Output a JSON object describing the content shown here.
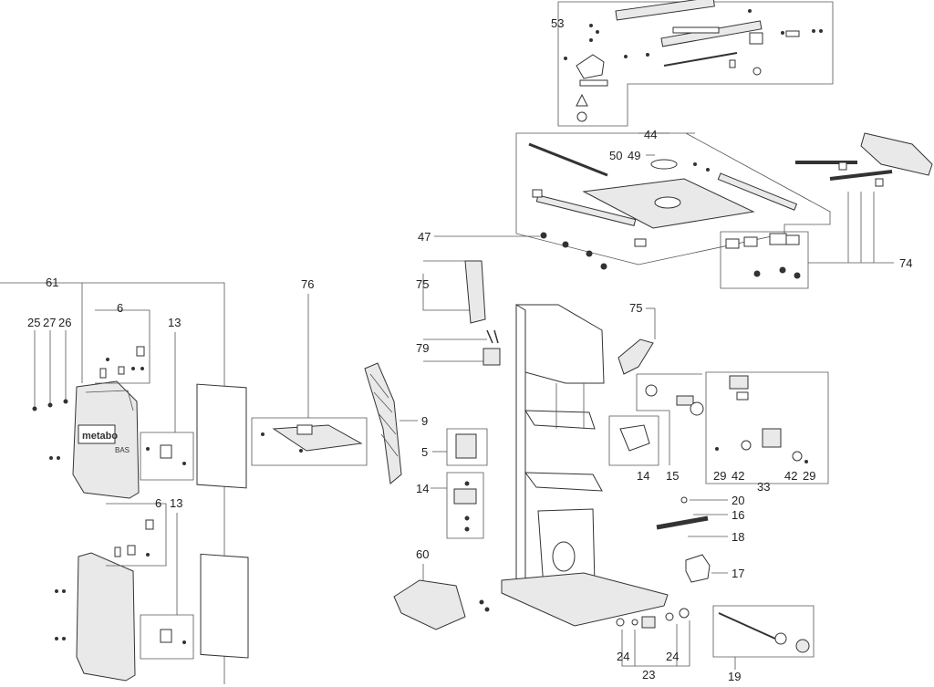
{
  "labels": {
    "l53": "53",
    "l44": "44",
    "l50": "50",
    "l49": "49",
    "l47": "47",
    "l74": "74",
    "l75a": "75",
    "l75b": "75",
    "l79": "79",
    "l76": "76",
    "l61": "61",
    "l25": "25",
    "l27": "27",
    "l26": "26",
    "l6a": "6",
    "l13a": "13",
    "l6b": "6",
    "l13b": "13",
    "l9": "9",
    "l5": "5",
    "l14a": "14",
    "l14b": "14",
    "l15": "15",
    "l29a": "29",
    "l42a": "42",
    "l42b": "42",
    "l29b": "29",
    "l33": "33",
    "l20": "20",
    "l16": "16",
    "l18": "18",
    "l17": "17",
    "l60": "60",
    "l24a": "24",
    "l24b": "24",
    "l23": "23",
    "l19": "19"
  },
  "brand": {
    "logo_text": "metabo",
    "model_text": "BAS"
  }
}
